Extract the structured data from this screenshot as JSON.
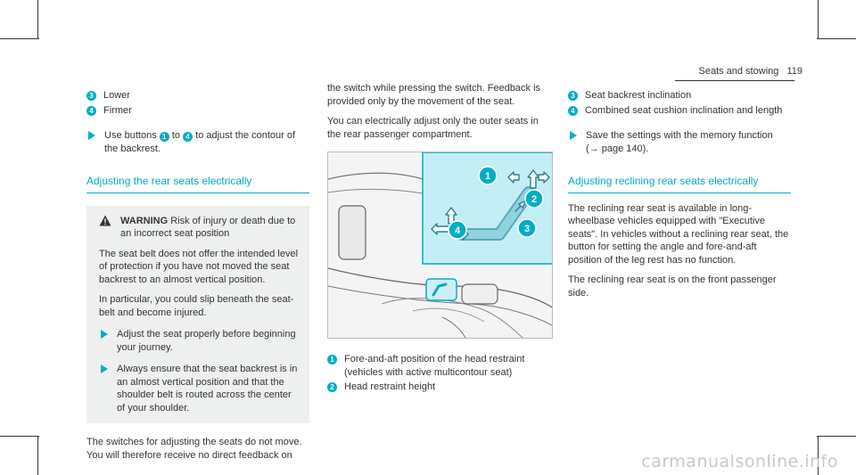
{
  "header": {
    "section": "Seats and stowing",
    "page_number": "119"
  },
  "col1": {
    "items": [
      {
        "num": "3",
        "text": "Lower"
      },
      {
        "num": "4",
        "text": "Firmer"
      }
    ],
    "action": {
      "a": "Use buttons",
      "b1": "1",
      "mid": "to",
      "b2": "4",
      "c": "to adjust the contour of the backrest."
    },
    "heading": "Adjusting the rear seats electrically",
    "warning": {
      "title": "WARNING",
      "lead": "Risk of injury or death due to an incorrect seat position",
      "p1": "The seat belt does not offer the intended level of protection if you have not moved the seat backrest to an almost vertical position.",
      "p2": "In particular, you could slip beneath the seat-belt and become injured.",
      "a1": "Adjust the seat properly before beginning your journey.",
      "a2": "Always ensure that the seat backrest is in an almost vertical position and that the shoulder belt is routed across the center of your shoulder."
    },
    "para": "The switches for adjusting the seats do not move. You will therefore receive no direct feedback on"
  },
  "col2": {
    "p1": "the switch while pressing the switch. Feedback is provided only by the movement of the seat.",
    "p2": "You can electrically adjust only the outer seats in the rear passenger compartment.",
    "figure_labels": [
      "1",
      "2",
      "3",
      "4"
    ],
    "items": [
      {
        "num": "1",
        "text": "Fore-and-aft position of the head restraint (vehicles with active multicontour seat)"
      },
      {
        "num": "2",
        "text": "Head restraint height"
      }
    ]
  },
  "col3": {
    "items": [
      {
        "num": "3",
        "text": "Seat backrest inclination"
      },
      {
        "num": "4",
        "text": "Combined seat cushion inclination and length"
      }
    ],
    "action": {
      "text": "Save the settings with the memory function",
      "ref": "(→ page 140)."
    },
    "heading": "Adjusting reclining rear seats electrically",
    "p1": "The reclining rear seat is available in long-wheelbase vehicles equipped with \"Executive seats\". In vehicles without a reclining rear seat, the button for setting the angle and fore-and-aft position of the leg rest has no function.",
    "p2": "The reclining rear seat is on the front passenger side."
  },
  "watermark": "carmanualsonline.info",
  "colors": {
    "accent": "#00adc6",
    "warning_bg": "#eef0f0",
    "text": "#333333"
  }
}
